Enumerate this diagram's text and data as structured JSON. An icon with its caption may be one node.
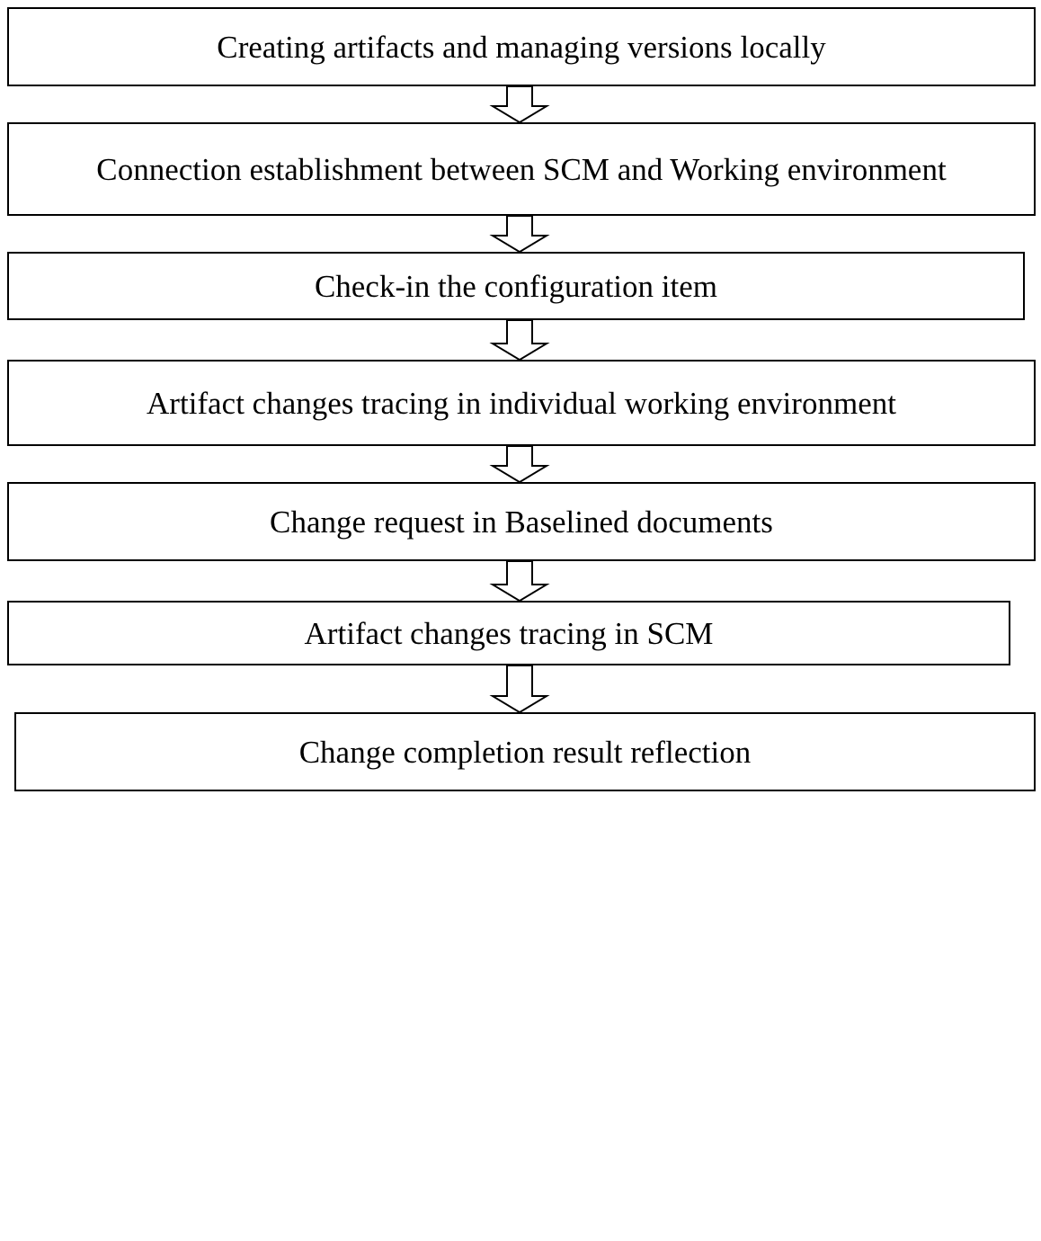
{
  "diagram": {
    "nodes": [
      {
        "text": [
          "Creating artifacts and managing versions locally"
        ]
      },
      {
        "text": [
          "Connection establishment between SCM and Working environment"
        ]
      },
      {
        "text": [
          "Check-in the configuration item"
        ]
      },
      {
        "text": [
          "Artifact changes tracing in individual working environment"
        ]
      },
      {
        "text": [
          "Change request in Baselined documents"
        ]
      },
      {
        "text": [
          "Artifact changes tracing in SCM"
        ]
      },
      {
        "text": [
          "Change completion result reflection"
        ]
      }
    ],
    "edges": [
      {
        "from": 0,
        "to": 1,
        "arrow": "to"
      },
      {
        "from": 1,
        "to": 2,
        "arrow": "to"
      },
      {
        "from": 2,
        "to": 3,
        "arrow": "to"
      },
      {
        "from": 3,
        "to": 4,
        "arrow": "to"
      },
      {
        "from": 4,
        "to": 5,
        "arrow": "to"
      },
      {
        "from": 5,
        "to": 6,
        "arrow": "to"
      }
    ]
  }
}
